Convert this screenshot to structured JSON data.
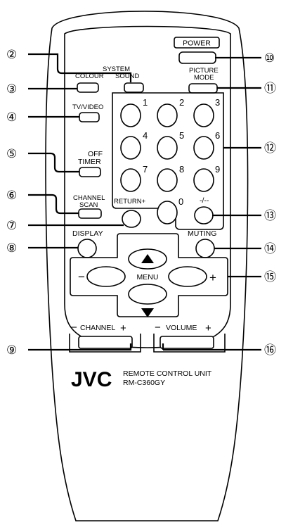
{
  "remote": {
    "power": "POWER",
    "system": "SYSTEM",
    "sound": "SOUND",
    "colour": "COLOUR",
    "picture": "PICTURE",
    "mode": "MODE",
    "tv_video": "TV/VIDEO",
    "off": "OFF",
    "timer": "TIMER",
    "channel_top": "CHANNEL",
    "scan": "SCAN",
    "return": "RETURN+",
    "display": "DISPLAY",
    "muting": "MUTING",
    "menu": "MENU",
    "menu_minus": "−",
    "menu_plus": "+",
    "channel_label": "CHANNEL",
    "volume_label": "VOLUME",
    "minus": "−",
    "plus": "+",
    "dash": "-/--",
    "keypad": [
      "1",
      "2",
      "3",
      "4",
      "5",
      "6",
      "7",
      "8",
      "9",
      "0"
    ],
    "brand": "JVC",
    "unit_line1": "REMOTE CONTROL UNIT",
    "unit_line2": "RM-C360GY"
  },
  "callouts": {
    "c2": "②",
    "c3": "③",
    "c4": "④",
    "c5": "⑤",
    "c6": "⑥",
    "c7": "⑦",
    "c8": "⑧",
    "c9": "⑨",
    "c10": "⑩",
    "c11": "⑪",
    "c12": "⑫",
    "c13": "⑬",
    "c14": "⑭",
    "c15": "⑮",
    "c16": "⑯"
  }
}
